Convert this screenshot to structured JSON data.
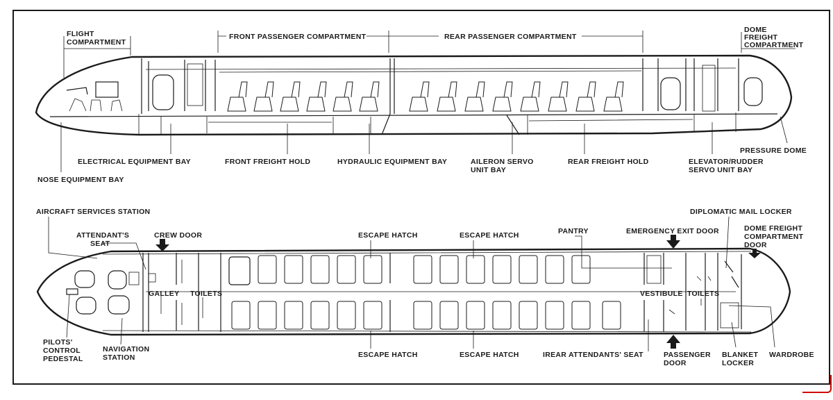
{
  "side_view": {
    "compartments": {
      "flight": [
        "FLIGHT",
        "COMPARTMENT"
      ],
      "front_passenger": "FRONT PASSENGER COMPARTMENT",
      "rear_passenger": "REAR PASSENGER COMPARTMENT",
      "dome_freight": [
        "DOME",
        "FREIGHT",
        "COMPARTMENT"
      ]
    },
    "labels": {
      "electrical_bay": "ELECTRICAL EQUIPMENT BAY",
      "nose_bay": "NOSE EQUIPMENT BAY",
      "front_hold": "FRONT FREIGHT HOLD",
      "hydraulic_bay": "HYDRAULIC EQUIPMENT BAY",
      "aileron_servo": [
        "AILERON SERVO",
        "UNIT BAY"
      ],
      "rear_hold": "REAR FREIGHT HOLD",
      "elevator_rudder": [
        "ELEVATOR/RUDDER",
        "SERVO UNIT BAY"
      ],
      "pressure_dome": "PRESSURE DOME"
    }
  },
  "plan_view": {
    "labels": {
      "aircraft_services": "AIRCRAFT SERVICES STATION",
      "attendant_seat": [
        "ATTENDANT'S",
        "SEAT"
      ],
      "crew_door": "CREW DOOR",
      "escape_hatch_top_1": "ESCAPE HATCH",
      "escape_hatch_top_2": "ESCAPE HATCH",
      "pantry": "PANTRY",
      "emergency_exit": "EMERGENCY EXIT DOOR",
      "diplomatic_mail": "DIPLOMATIC MAIL LOCKER",
      "dome_freight_door": [
        "DOME FREIGHT",
        "COMPARTMENT",
        "DOOR"
      ],
      "galley": "GALLEY",
      "toilets_front": "TOILETS",
      "vestibule": "VESTIBULE",
      "toilets_rear": "TOILETS",
      "pilots_pedestal": [
        "PILOTS'",
        "CONTROL",
        "PEDESTAL"
      ],
      "navigation_station": [
        "NAVIGATION",
        "STATION"
      ],
      "escape_hatch_bottom_1": "ESCAPE HATCH",
      "escape_hatch_bottom_2": "ESCAPE HATCH",
      "rear_attendants_seat": "IREAR ATTENDANTS' SEAT",
      "passenger_door": [
        "PASSENGER",
        "DOOR"
      ],
      "blanket_locker": [
        "BLANKET",
        "LOCKER"
      ],
      "wardrobe": "WARDROBE"
    }
  },
  "colors": {
    "ink": "#1a1a1a",
    "paper": "#ffffff",
    "corner_mark": "#d10000"
  }
}
